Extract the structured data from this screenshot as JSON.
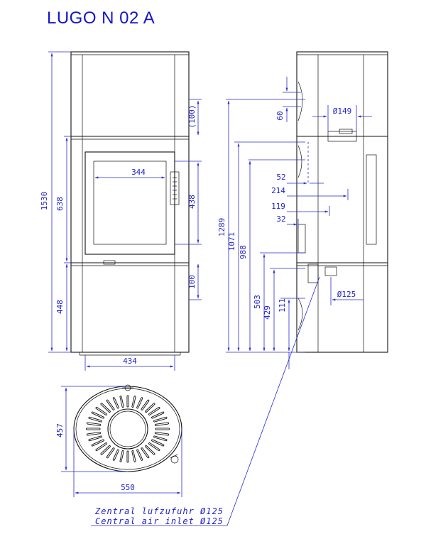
{
  "title": "LUGO N 02 A",
  "front_view": {
    "dims": {
      "total_height": "1530",
      "door_height": "638",
      "base_height": "448",
      "width": "434",
      "window_width": "344",
      "top_offset": "(100)",
      "window_height": "438",
      "bottom_offset": "100"
    }
  },
  "side_view": {
    "dims": {
      "top_outlet_height": "1289",
      "rear_outlet_height": "1071",
      "rear_flue_height": "988",
      "side_inlet_height": "503",
      "air_inlet_height": "429",
      "bottom_inlet_height": "111",
      "top_pipe_size": "60",
      "top_outlet_diameter": "Ø149",
      "rear_offset_52": "52",
      "rear_offset_214": "214",
      "rear_offset_119": "119",
      "rear_offset_32": "32",
      "air_inlet_diameter": "Ø125"
    }
  },
  "top_view": {
    "dims": {
      "depth": "457",
      "width": "550"
    }
  },
  "notes": {
    "de": "Zentral lufzufuhr Ø125",
    "en": "Central air inlet Ø125"
  }
}
